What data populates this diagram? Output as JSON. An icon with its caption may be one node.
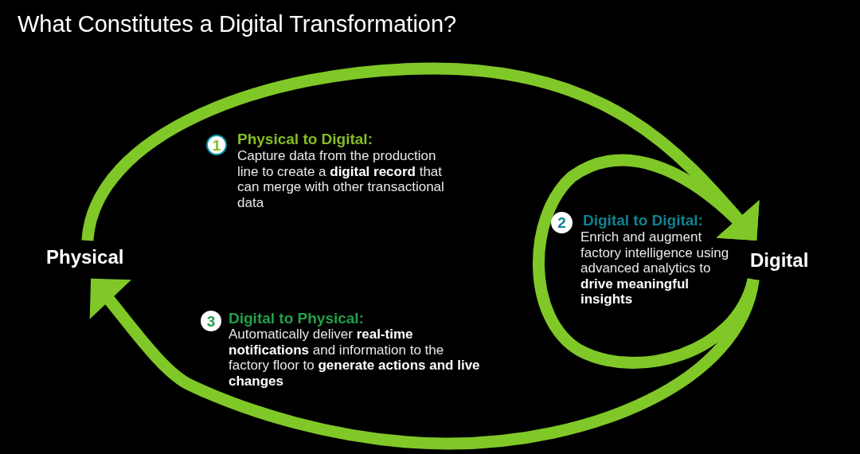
{
  "diagram": {
    "title": "What Constitutes a Digital Transformation?",
    "nodes": [
      {
        "text": [
          "Physical"
        ]
      },
      {
        "text": [
          "Digital"
        ]
      },
      {
        "text": [
          "1"
        ],
        "beside": [
          "Physical to Digital:",
          "Capture data from the production line to create a **digital record** that can merge with other transactional data"
        ]
      },
      {
        "text": [
          "2"
        ],
        "beside": [
          "Digital to Digital:",
          "Enrich and augment factory intelligence using advanced analytics to **drive meaningful insights**"
        ]
      },
      {
        "text": [
          "3"
        ],
        "beside": [
          "Digital to Physical:",
          "Automatically deliver **real-time notifications** and information to the factory floor to **generate actions and live changes**"
        ]
      }
    ],
    "edges": [
      {
        "from": 0,
        "to": 1,
        "arrow": "to"
      },
      {
        "from": 1,
        "to": 1,
        "arrow": "to"
      },
      {
        "from": 1,
        "to": 0,
        "arrow": "to"
      }
    ]
  }
}
